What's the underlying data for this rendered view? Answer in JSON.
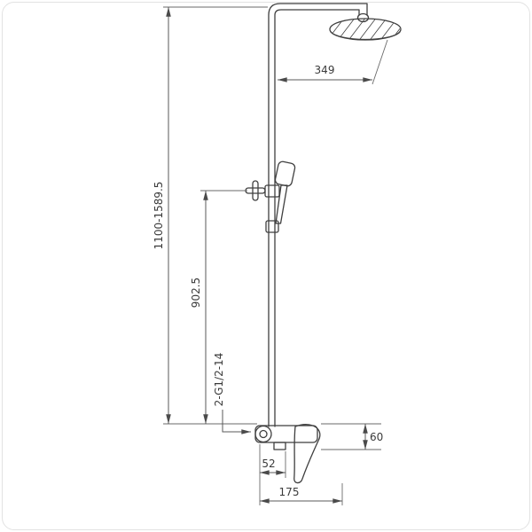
{
  "colors": {
    "drawing_line": "#3f3f3f",
    "dimension_line": "#5a5a5a",
    "frame_border": "#e2e2e2"
  },
  "dimensions": {
    "total_height": "1100-1589.5",
    "hand_shower_height": "902.5",
    "head_offset": "349",
    "inlet_thread": "2-G1/2-14",
    "spout_height": "60",
    "spout_offset": "52",
    "mixer_width": "175"
  }
}
